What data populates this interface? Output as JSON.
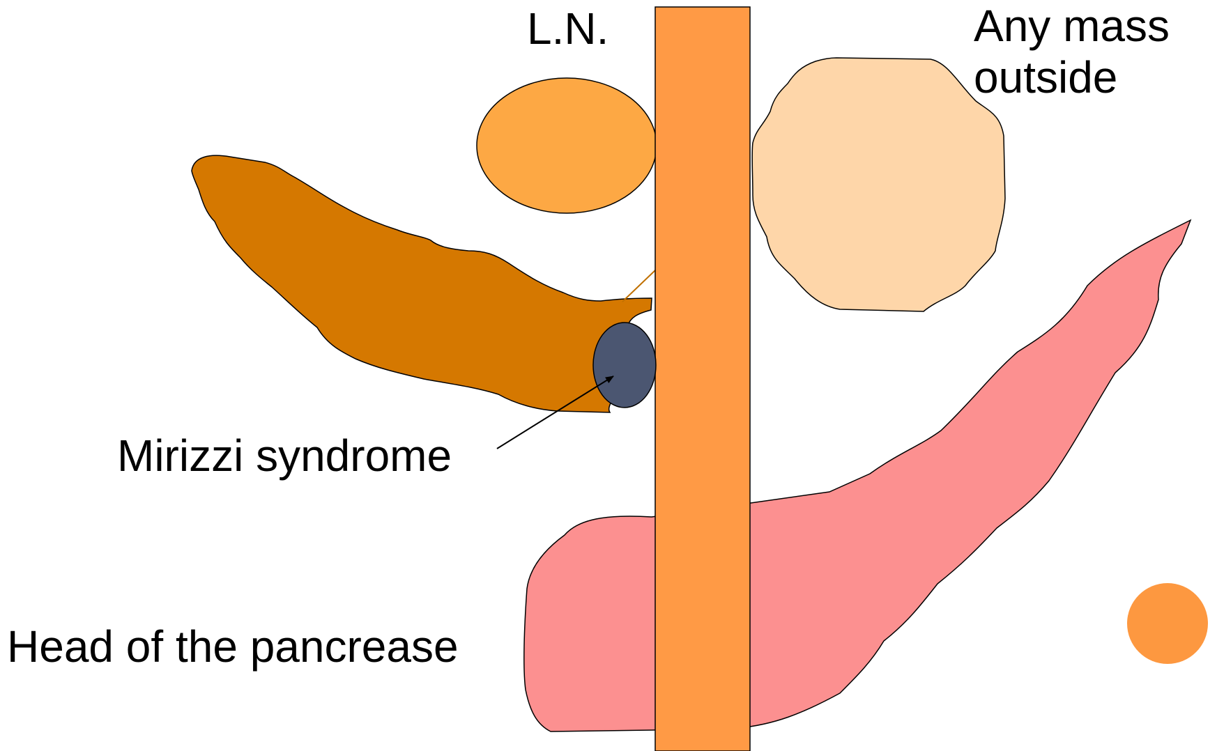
{
  "labels": {
    "lymph_node": "L.N.",
    "mass_outside_line1": "Any mass",
    "mass_outside_line2": "outside",
    "mirizzi": "Mirizzi syndrome",
    "pancreas_head": "Head of the pancrease"
  },
  "colors": {
    "duct": "#FF9A45",
    "lymph_node": "#FDA844",
    "gallbladder": "#D57800",
    "stone": "#4B5671",
    "mass": "#FED6A9",
    "pancreas": "#FC9090",
    "bullet": "#FD9840",
    "outline": "#000000"
  }
}
